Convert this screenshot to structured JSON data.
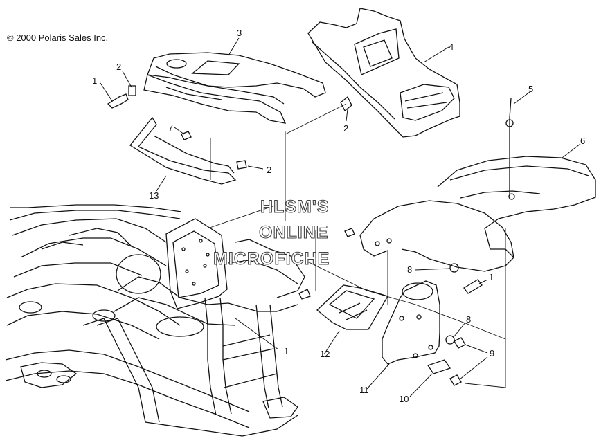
{
  "copyright": "© 2000 Polaris Sales Inc.",
  "watermark": {
    "line1": "HLSM'S",
    "line2": "ONLINE",
    "line3": "MICROFICHE"
  },
  "callouts": {
    "c1_bolt_top": "1",
    "c2_clip_top": "2",
    "c3_front_cover": "3",
    "c4_headlight_pod": "4",
    "c5_wire": "5",
    "c6_rear_fender": "6",
    "c7_screw": "7",
    "c2_clip_mid": "2",
    "c2_clip_low": "2",
    "c13_side_panel": "13",
    "c8_washer_upper": "8",
    "c1_bolt_right": "1",
    "c1_bolt_frame": "1",
    "c12_bracket": "12",
    "c8_washer_lower": "8",
    "c9_nut": "9",
    "c11_mudflap": "11",
    "c10_plate": "10"
  },
  "colors": {
    "ink": "#111111",
    "paper": "#ffffff"
  }
}
